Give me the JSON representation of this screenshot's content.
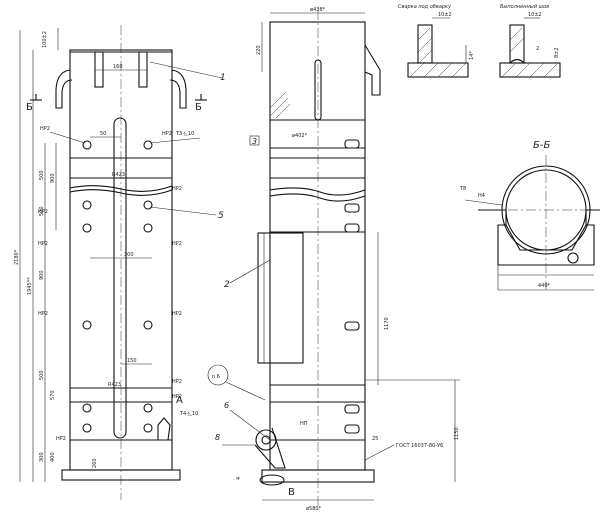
{
  "views": {
    "section_title": "Б-Б",
    "weld_sample_1": "Сварка под обварку",
    "weld_sample_2": "Выполненный шов",
    "cut_mark": "Б",
    "detail_a": "А",
    "detail_b": "В",
    "detail_c": "Б"
  },
  "callouts": {
    "c1": "1",
    "c2": "2",
    "c3": "3",
    "c5": "5",
    "c6": "6",
    "c8": "8",
    "c_n6": "n 6"
  },
  "welds": {
    "t3": "Т3-◺10",
    "t4": "Т4-◺10",
    "np2_a": "НР2",
    "np2_b": "НР2",
    "np2_c": "НР2",
    "np2_d": "НР2",
    "np2_e": "НР2",
    "np2_f": "НР2",
    "np2_g": "НР2",
    "np2_h": "НР2",
    "np2_i": "НР2",
    "np2_j": "НР2",
    "np2_k": "НР2",
    "t8": "Т8",
    "h4": "Н4",
    "np1": "НП",
    "gost": "ГОСТ 16037-80-У6"
  },
  "dims": {
    "d_top_left": "100±2",
    "d_160": "160",
    "d_overall_1": "2180*",
    "d_overall_2": "1945**",
    "d_900": "900",
    "d_500a": "500",
    "d_500b": "500",
    "d_900b": "900",
    "d_300": "300",
    "d_150": "150",
    "d_500c": "500",
    "d_570": "570",
    "d_260": "260",
    "d_300b": "300",
    "d_400": "400",
    "d_50": "50",
    "d_r423": "R423",
    "d_r423b": "R423",
    "d_438": "ø438*",
    "d_220": "220",
    "d_402": "ø402*",
    "d_1170": "1170",
    "d_1150": "1150",
    "d_350": "ø580*",
    "d_25": "25",
    "d_440": "440*",
    "d_4": "4",
    "d_10x2": "10±2",
    "d_8x2": "8±2",
    "d_14": "14*",
    "d_2": "2"
  }
}
